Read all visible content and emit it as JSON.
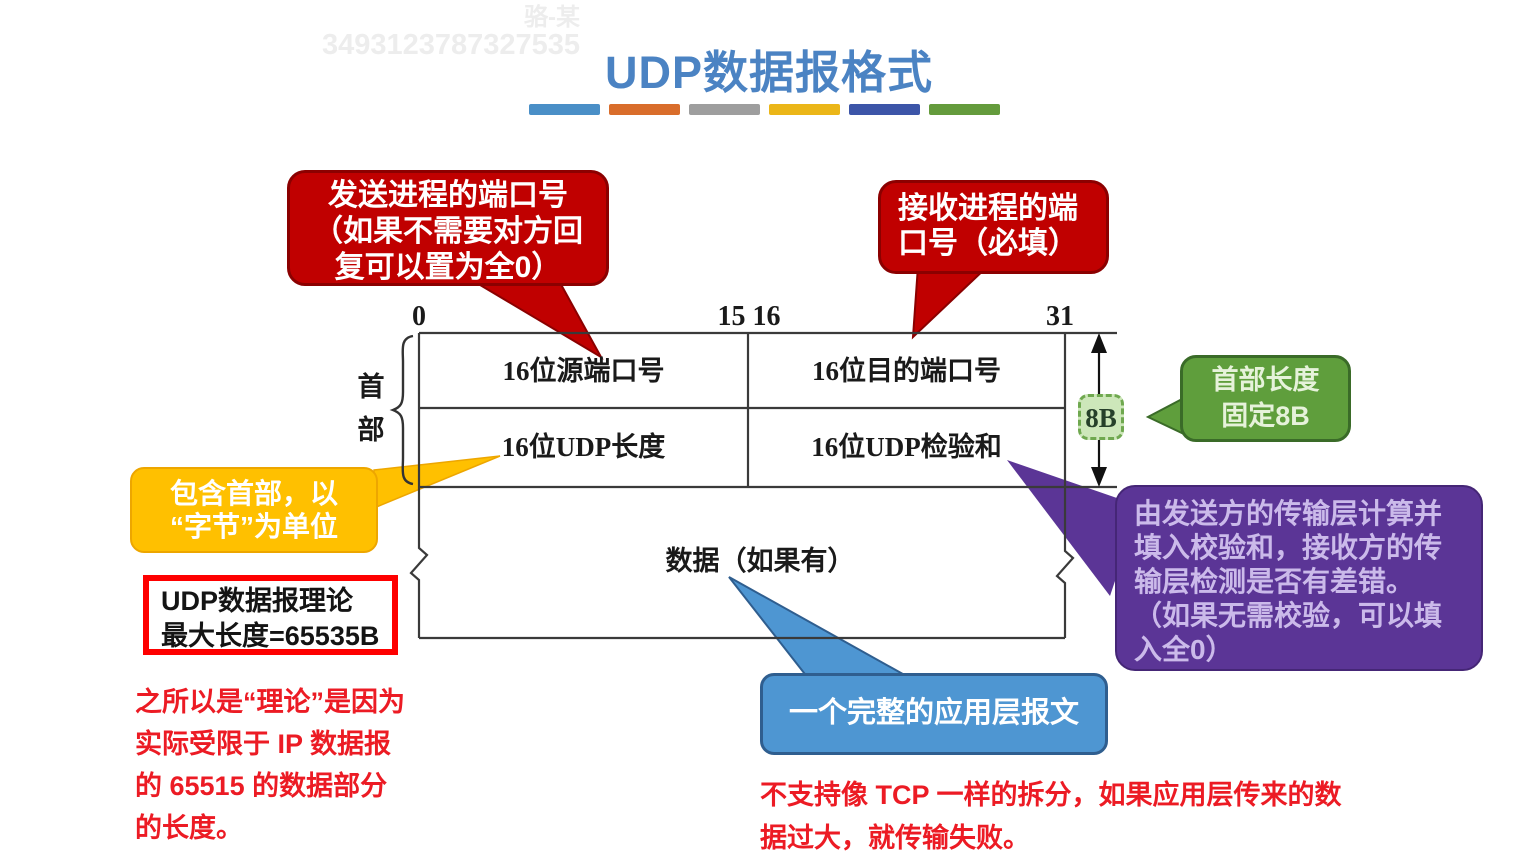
{
  "watermark": {
    "line1": "骆-某",
    "line2": "3493123787327535"
  },
  "title": "UDP数据报格式",
  "title_color": "#4b83c3",
  "title_bar_colors": [
    "#4a8fc7",
    "#d96d2b",
    "#9e9e9e",
    "#ebb618",
    "#3c55a8",
    "#649b3c"
  ],
  "diagram": {
    "bit_label_start": "0",
    "bit_label_mid": "15 16",
    "bit_label_end": "31",
    "brace_label_line1": "首",
    "brace_label_line2": "部",
    "cell_src_port": "16位源端口号",
    "cell_dst_port": "16位目的端口号",
    "cell_udp_length": "16位UDP长度",
    "cell_udp_checksum": "16位UDP检验和",
    "data_area_label": "数据（如果有）",
    "header_size_badge": "8B",
    "line_color": "#3a3a3a"
  },
  "callouts": {
    "send_port": {
      "color": "#c00000",
      "lines": [
        "发送进程的端口号",
        "（如果不需要对方回",
        "复可以置为全0）"
      ]
    },
    "recv_port": {
      "color": "#c00000",
      "lines": [
        "接收进程的端",
        "口号（必填）"
      ]
    },
    "header_len": {
      "color": "#5f9e3c",
      "lines": [
        "首部长度",
        "固定8B"
      ]
    },
    "udp_length": {
      "color": "#ffc000",
      "lines": [
        "包含首部，以",
        "“字节”为单位"
      ]
    },
    "checksum": {
      "color": "#5b3596",
      "lines": [
        "由发送方的传输层计算并",
        "填入校验和，接收方的传",
        "输层检测是否有差错。",
        "（如果无需校验，可以填",
        "入全0）"
      ]
    },
    "app_message": {
      "color": "#4e96d2",
      "text": "一个完整的应用层报文"
    }
  },
  "notes": {
    "theory_box": {
      "border_color": "#fe0000",
      "lines": [
        "UDP数据报理论",
        "最大长度=65535B"
      ]
    },
    "theory_reason": {
      "color": "#ec1b24",
      "lines": [
        "之所以是“理论”是因为",
        "实际受限于 IP 数据报",
        "的 65515 的数据部分",
        "的长度。"
      ]
    },
    "no_split": {
      "color": "#ec1b24",
      "lines": [
        "不支持像 TCP 一样的拆分，如果应用层传来的数",
        "据过大，就传输失败。"
      ]
    }
  }
}
